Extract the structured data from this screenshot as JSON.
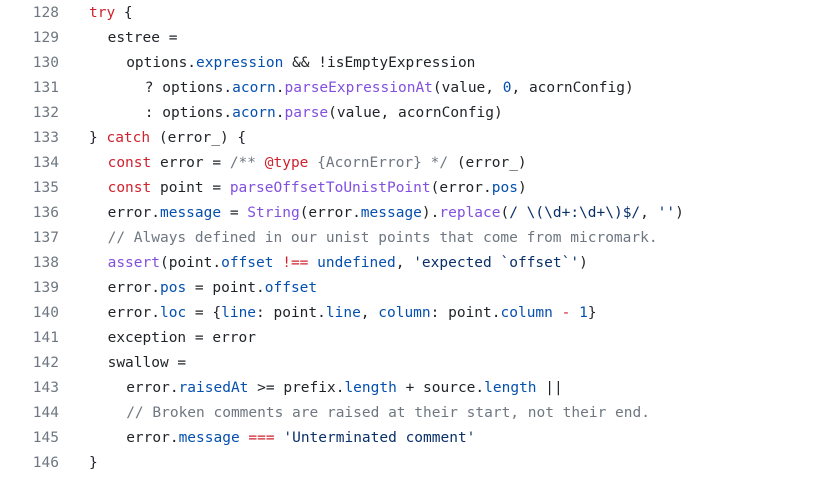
{
  "colors": {
    "background": "#ffffff",
    "line_number": "#6e7781",
    "plain": "#1f2328",
    "keyword": "#cf222e",
    "property": "#0550ae",
    "function": "#8250df",
    "string": "#0a3069",
    "number": "#0550ae",
    "comment": "#6e7781",
    "operator": "#cf222e"
  },
  "lines": [
    {
      "num": "128",
      "indent": 2,
      "tokens": [
        [
          "kw",
          "try"
        ],
        [
          "plain",
          " {"
        ]
      ]
    },
    {
      "num": "129",
      "indent": 3,
      "tokens": [
        [
          "plain",
          "estree ="
        ]
      ]
    },
    {
      "num": "130",
      "indent": 4,
      "tokens": [
        [
          "plain",
          "options."
        ],
        [
          "prop",
          "expression"
        ],
        [
          "plain",
          " && !isEmptyExpression"
        ]
      ]
    },
    {
      "num": "131",
      "indent": 5,
      "tokens": [
        [
          "plain",
          "? options."
        ],
        [
          "prop",
          "acorn"
        ],
        [
          "plain",
          "."
        ],
        [
          "fn",
          "parseExpressionAt"
        ],
        [
          "plain",
          "(value, "
        ],
        [
          "num",
          "0"
        ],
        [
          "plain",
          ", acornConfig)"
        ]
      ]
    },
    {
      "num": "132",
      "indent": 5,
      "tokens": [
        [
          "plain",
          ": options."
        ],
        [
          "prop",
          "acorn"
        ],
        [
          "plain",
          "."
        ],
        [
          "fn",
          "parse"
        ],
        [
          "plain",
          "(value, acornConfig)"
        ]
      ]
    },
    {
      "num": "133",
      "indent": 2,
      "tokens": [
        [
          "plain",
          "} "
        ],
        [
          "kw",
          "catch"
        ],
        [
          "plain",
          " (error_) {"
        ]
      ]
    },
    {
      "num": "134",
      "indent": 3,
      "tokens": [
        [
          "kw",
          "const"
        ],
        [
          "plain",
          " error = "
        ],
        [
          "cmt",
          "/** "
        ],
        [
          "kw",
          "@type"
        ],
        [
          "cmt",
          " {AcornError} */"
        ],
        [
          "plain",
          " (error_)"
        ]
      ]
    },
    {
      "num": "135",
      "indent": 3,
      "tokens": [
        [
          "kw",
          "const"
        ],
        [
          "plain",
          " point = "
        ],
        [
          "fn",
          "parseOffsetToUnistPoint"
        ],
        [
          "plain",
          "(error."
        ],
        [
          "prop",
          "pos"
        ],
        [
          "plain",
          ")"
        ]
      ]
    },
    {
      "num": "136",
      "indent": 3,
      "tokens": [
        [
          "plain",
          "error."
        ],
        [
          "prop",
          "message"
        ],
        [
          "plain",
          " = "
        ],
        [
          "fn",
          "String"
        ],
        [
          "plain",
          "(error."
        ],
        [
          "prop",
          "message"
        ],
        [
          "plain",
          ")."
        ],
        [
          "fn",
          "replace"
        ],
        [
          "plain",
          "("
        ],
        [
          "str",
          "/ \\(\\d+:\\d+\\)$/"
        ],
        [
          "plain",
          ", "
        ],
        [
          "str",
          "''"
        ],
        [
          "plain",
          ")"
        ]
      ]
    },
    {
      "num": "137",
      "indent": 3,
      "tokens": [
        [
          "cmt",
          "// Always defined in our unist points that come from micromark."
        ]
      ]
    },
    {
      "num": "138",
      "indent": 3,
      "tokens": [
        [
          "fn",
          "assert"
        ],
        [
          "plain",
          "(point."
        ],
        [
          "prop",
          "offset"
        ],
        [
          "plain",
          " "
        ],
        [
          "op",
          "!=="
        ],
        [
          "plain",
          " "
        ],
        [
          "prop",
          "undefined"
        ],
        [
          "plain",
          ", "
        ],
        [
          "str",
          "'expected `offset`'"
        ],
        [
          "plain",
          ")"
        ]
      ]
    },
    {
      "num": "139",
      "indent": 3,
      "tokens": [
        [
          "plain",
          "error."
        ],
        [
          "prop",
          "pos"
        ],
        [
          "plain",
          " = point."
        ],
        [
          "prop",
          "offset"
        ]
      ]
    },
    {
      "num": "140",
      "indent": 3,
      "tokens": [
        [
          "plain",
          "error."
        ],
        [
          "prop",
          "loc"
        ],
        [
          "plain",
          " = {"
        ],
        [
          "prop",
          "line"
        ],
        [
          "plain",
          ": point."
        ],
        [
          "prop",
          "line"
        ],
        [
          "plain",
          ", "
        ],
        [
          "prop",
          "column"
        ],
        [
          "plain",
          ": point."
        ],
        [
          "prop",
          "column"
        ],
        [
          "plain",
          " "
        ],
        [
          "op",
          "-"
        ],
        [
          "plain",
          " "
        ],
        [
          "num",
          "1"
        ],
        [
          "plain",
          "}"
        ]
      ]
    },
    {
      "num": "141",
      "indent": 3,
      "tokens": [
        [
          "plain",
          "exception = error"
        ]
      ]
    },
    {
      "num": "142",
      "indent": 3,
      "tokens": [
        [
          "plain",
          "swallow ="
        ]
      ]
    },
    {
      "num": "143",
      "indent": 4,
      "tokens": [
        [
          "plain",
          "error."
        ],
        [
          "prop",
          "raisedAt"
        ],
        [
          "plain",
          " >= prefix."
        ],
        [
          "prop",
          "length"
        ],
        [
          "plain",
          " + source."
        ],
        [
          "prop",
          "length"
        ],
        [
          "plain",
          " ||"
        ]
      ]
    },
    {
      "num": "144",
      "indent": 4,
      "tokens": [
        [
          "cmt",
          "// Broken comments are raised at their start, not their end."
        ]
      ]
    },
    {
      "num": "145",
      "indent": 4,
      "tokens": [
        [
          "plain",
          "error."
        ],
        [
          "prop",
          "message"
        ],
        [
          "plain",
          " "
        ],
        [
          "op",
          "==="
        ],
        [
          "plain",
          " "
        ],
        [
          "str",
          "'Unterminated comment'"
        ]
      ]
    },
    {
      "num": "146",
      "indent": 2,
      "tokens": [
        [
          "plain",
          "}"
        ]
      ]
    }
  ]
}
